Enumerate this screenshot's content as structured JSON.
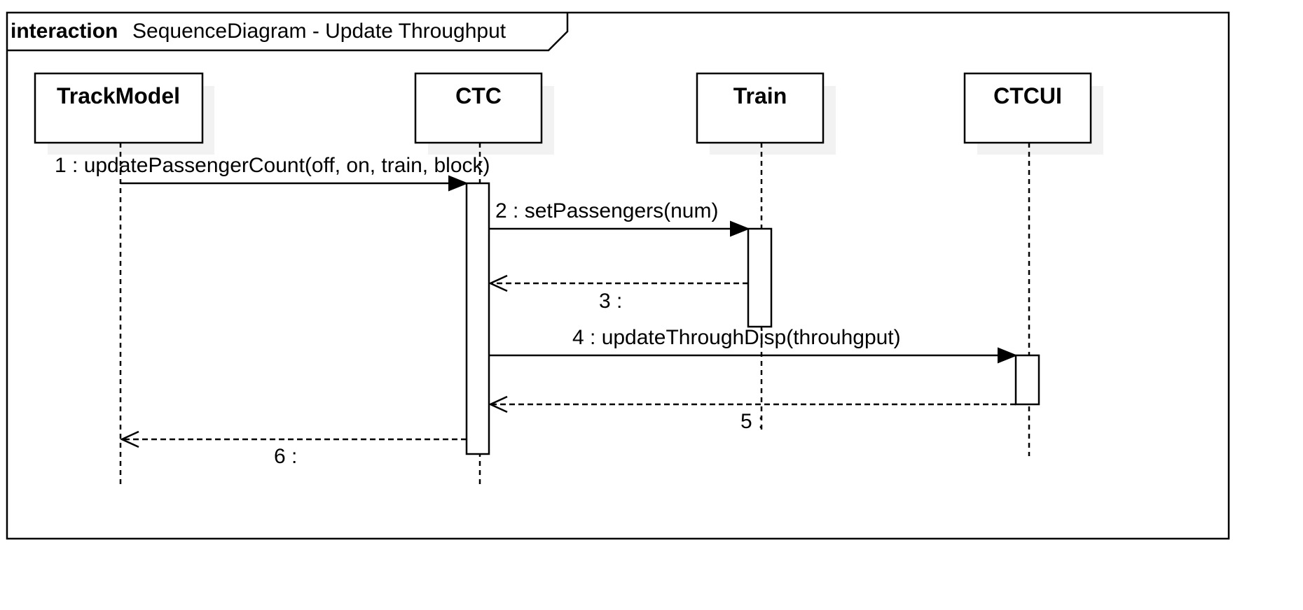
{
  "frame": {
    "keyword": "interaction",
    "title": "SequenceDiagram - Update Throughput"
  },
  "lifelines": [
    {
      "name": "TrackModel"
    },
    {
      "name": "CTC"
    },
    {
      "name": "Train"
    },
    {
      "name": "CTCUI"
    }
  ],
  "messages": [
    {
      "label": "1 : updatePassengerCount(off, on, train, block)",
      "from": "TrackModel",
      "to": "CTC",
      "kind": "sync"
    },
    {
      "label": "2 : setPassengers(num)",
      "from": "CTC",
      "to": "Train",
      "kind": "sync"
    },
    {
      "label": "3 :",
      "from": "Train",
      "to": "CTC",
      "kind": "return"
    },
    {
      "label": "4 : updateThroughDisp(throuhgput)",
      "from": "CTC",
      "to": "CTCUI",
      "kind": "sync"
    },
    {
      "label": "5 :",
      "from": "CTCUI",
      "to": "CTC",
      "kind": "return"
    },
    {
      "label": "6 :",
      "from": "CTC",
      "to": "TrackModel",
      "kind": "return"
    }
  ],
  "colors": {
    "line": "#000000",
    "shadow": "#f2f2f2",
    "background": "#ffffff"
  }
}
